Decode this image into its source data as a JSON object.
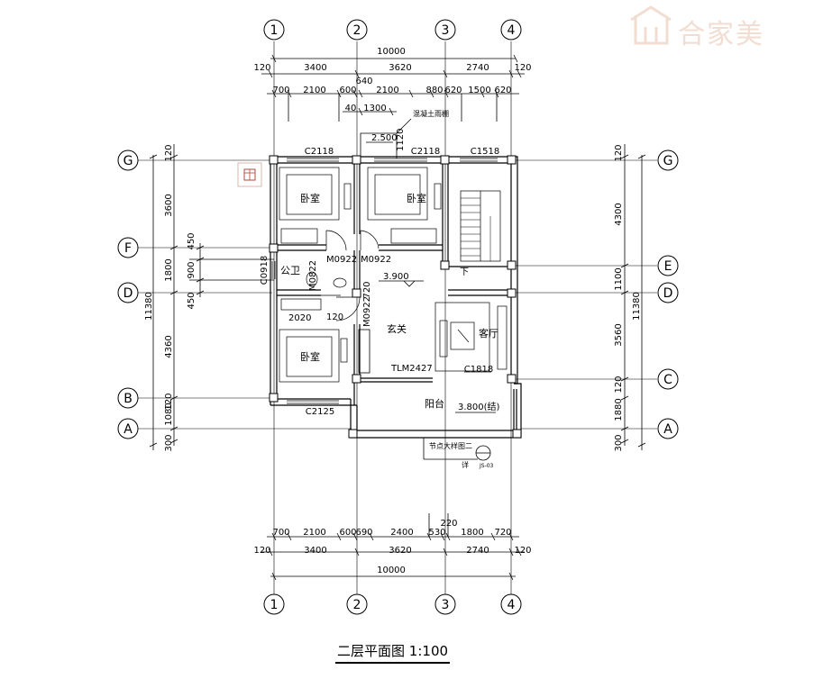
{
  "brand": {
    "logo_text": "合家美",
    "logo_color": "#f2ddd2"
  },
  "drawing": {
    "title": "二层平面图",
    "scale": "1:100",
    "axes_top": [
      "1",
      "2",
      "3",
      "4"
    ],
    "axes_left": [
      "G",
      "F",
      "D",
      "B",
      "A"
    ],
    "axes_right": [
      "G",
      "E",
      "D",
      "C",
      "A"
    ],
    "dims_top": {
      "total": "10000",
      "edge_left": "120",
      "edge_right": "120",
      "row1": [
        "3400",
        "3620",
        "2740"
      ],
      "row2": [
        "700",
        "2100",
        "600",
        "2100",
        "880",
        "620",
        "1500",
        "620"
      ],
      "row2_extra": "640",
      "row3": [
        "40",
        "1300"
      ],
      "canopy_note": "混凝土雨棚",
      "level": "2.500",
      "dim_1120": "1120"
    },
    "dims_bottom": {
      "total": "10000",
      "edge_left": "120",
      "edge_right": "120",
      "row1": [
        "3400",
        "3620",
        "2740"
      ],
      "row2": [
        "700",
        "2100",
        "600",
        "690",
        "2400",
        "530",
        "1800",
        "720"
      ],
      "extra": "220"
    },
    "dims_left": {
      "total": "11380",
      "outer": [
        "120",
        "3600",
        "1800",
        "4360",
        "120",
        "1080",
        "300"
      ],
      "inner": [
        "450",
        "900",
        "450"
      ]
    },
    "dims_right": {
      "total": "11380",
      "outer": [
        "120",
        "4300",
        "1100",
        "3560",
        "120",
        "1880",
        "300"
      ]
    },
    "windows": {
      "w1": "C2118",
      "w2": "C2118",
      "w3": "C1518",
      "w4": "C2125",
      "w5": "C0918",
      "w6": "C1818"
    },
    "doors": {
      "d1": "M0922",
      "d2": "M0922",
      "d3": "M0822",
      "d4": "M0922",
      "slide": "TLM2427"
    },
    "rooms": {
      "bed1": "卧室",
      "bed2": "卧室",
      "bed3": "卧室",
      "bath": "公卫",
      "foyer": "玄关",
      "living": "客厅",
      "balcony": "阳台"
    },
    "misc": {
      "stair_down": "下",
      "level_390": "3.900",
      "level_380": "3.800(结)",
      "dim_720": "720",
      "dim_2020": "2020",
      "dim_120": "120",
      "detail_note": "节点大样图二",
      "detail_ref": "详",
      "detail_sheet": "JS-03"
    }
  }
}
